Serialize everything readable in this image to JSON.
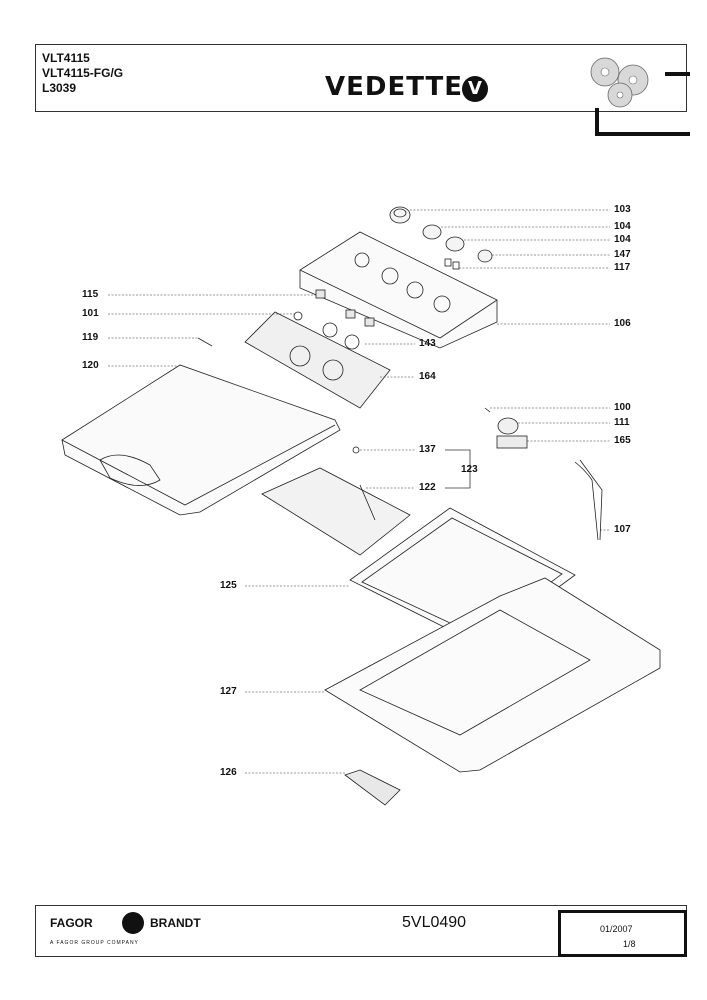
{
  "header": {
    "models": [
      "VLT4115",
      "VLT4115-FG/G",
      "L3039"
    ],
    "brand": "VEDETTE",
    "brand_logo_glyph": "V"
  },
  "parts": [
    {
      "id": "103"
    },
    {
      "id": "104"
    },
    {
      "id": "104"
    },
    {
      "id": "147"
    },
    {
      "id": "117"
    },
    {
      "id": "115"
    },
    {
      "id": "101"
    },
    {
      "id": "106"
    },
    {
      "id": "119"
    },
    {
      "id": "143"
    },
    {
      "id": "120"
    },
    {
      "id": "164"
    },
    {
      "id": "100"
    },
    {
      "id": "111"
    },
    {
      "id": "165"
    },
    {
      "id": "137"
    },
    {
      "id": "123"
    },
    {
      "id": "122"
    },
    {
      "id": "107"
    },
    {
      "id": "125"
    },
    {
      "id": "127"
    },
    {
      "id": "126"
    }
  ],
  "footer": {
    "brand_left": "FAGOR",
    "brand_right": "BRANDT",
    "subtitle": "A FAGOR GROUP COMPANY",
    "doc_code": "5VL0490",
    "date": "01/2007",
    "page": "1/8"
  }
}
